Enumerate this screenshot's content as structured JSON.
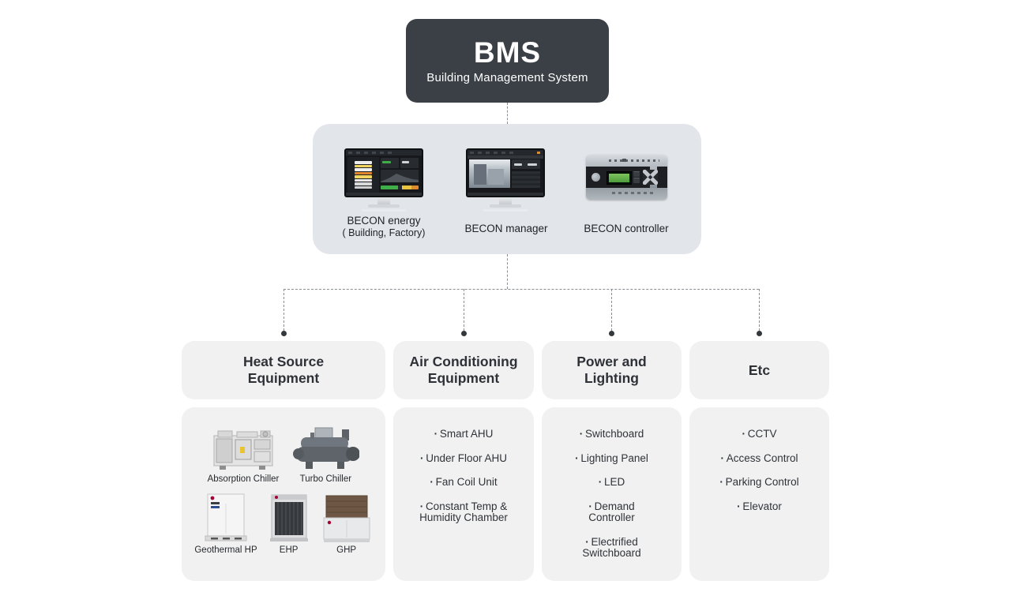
{
  "diagram": {
    "bms": {
      "title": "BMS",
      "subtitle": "Building Management System"
    },
    "becon": {
      "energy": {
        "label": "BECON energy",
        "sublabel": "( Building, Factory)"
      },
      "manager": {
        "label": "BECON manager"
      },
      "controller": {
        "label": "BECON controller"
      }
    },
    "categories": [
      {
        "title": "Heat Source\nEquipment"
      },
      {
        "title": "Air Conditioning\nEquipment",
        "items": [
          "Smart AHU",
          "Under Floor AHU",
          "Fan Coil Unit",
          "Constant Temp &\nHumidity Chamber"
        ]
      },
      {
        "title": "Power and\nLighting",
        "items": [
          "Switchboard",
          "Lighting Panel",
          "LED",
          "Demand\nController",
          "Electrified\nSwitchboard"
        ]
      },
      {
        "title": "Etc",
        "items": [
          "CCTV",
          "Access Control",
          "Parking Control",
          "Elevator"
        ]
      }
    ],
    "heat_equipment": [
      {
        "caption": "Absorption Chiller"
      },
      {
        "caption": "Turbo Chiller"
      },
      {
        "caption": "Geothermal HP"
      },
      {
        "caption": "EHP"
      },
      {
        "caption": "GHP"
      }
    ],
    "colors": {
      "bms_box": "#3A4046",
      "becon_panel": "#E2E5E9",
      "category_box": "#F1F1F2",
      "text": "#2F3338",
      "connector": "#8A8F94",
      "lg_red": "#A50034",
      "lcd_green": "#4F9C3C"
    }
  }
}
